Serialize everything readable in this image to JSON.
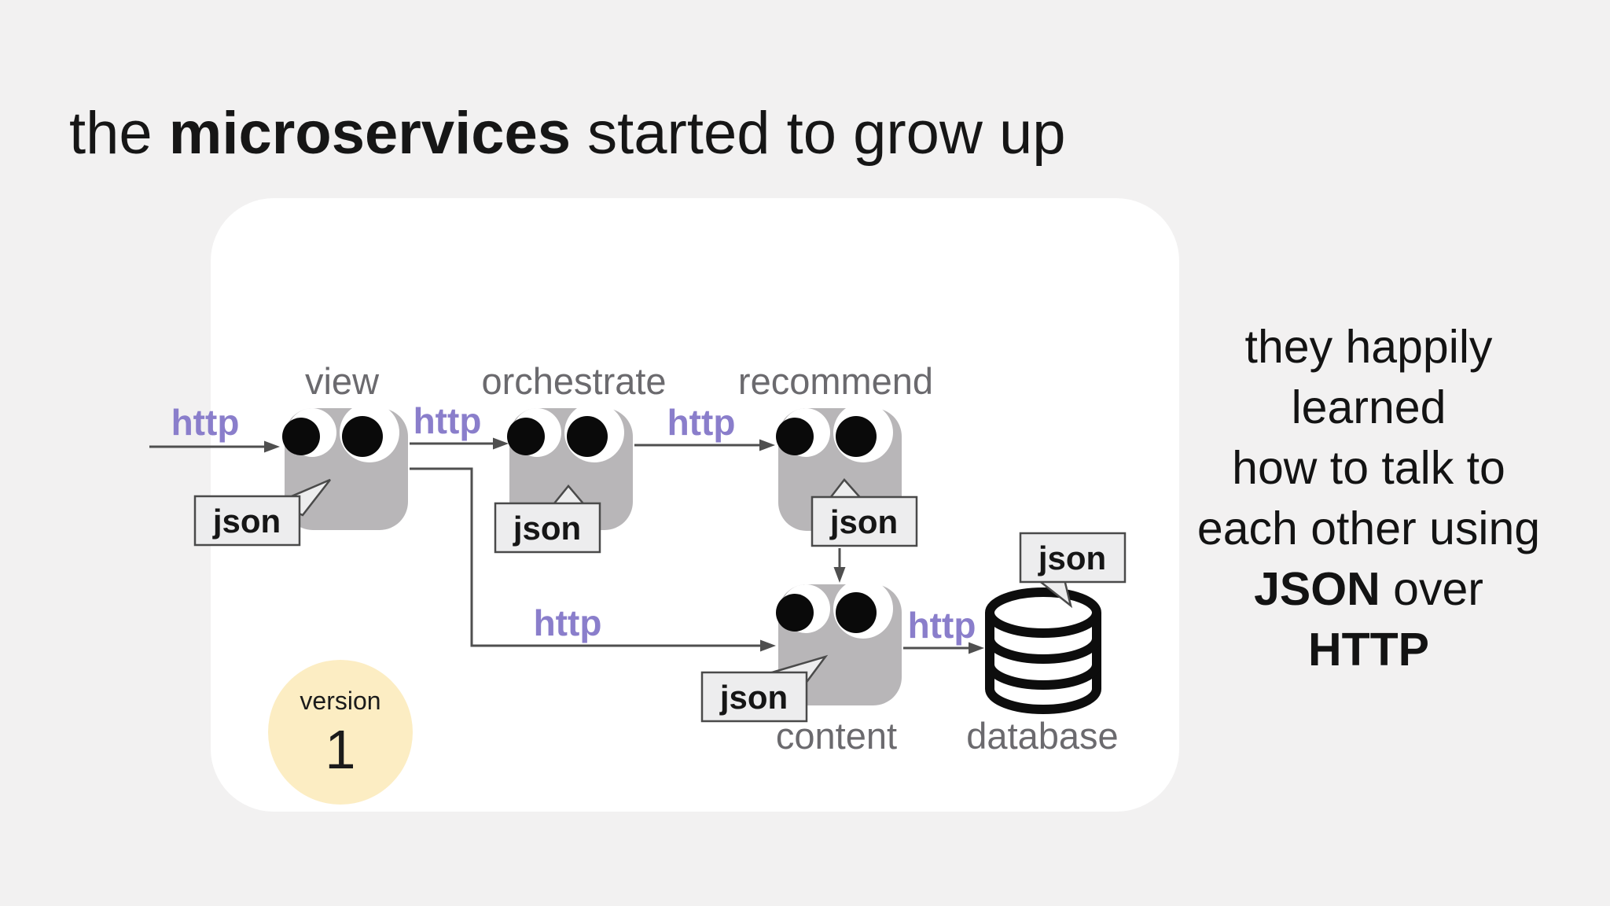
{
  "slide": {
    "title": {
      "prefix": "the ",
      "emphasis": "microservices",
      "suffix": " started to grow up"
    },
    "side_text": {
      "lines": [
        {
          "segments": [
            {
              "text": "they happily",
              "bold": false
            }
          ]
        },
        {
          "segments": [
            {
              "text": "learned",
              "bold": false
            }
          ]
        },
        {
          "segments": [
            {
              "text": "how to talk to",
              "bold": false
            }
          ]
        },
        {
          "segments": [
            {
              "text": "each other using",
              "bold": false
            }
          ]
        },
        {
          "segments": [
            {
              "text": "JSON",
              "bold": true
            },
            {
              "text": " over",
              "bold": false
            }
          ]
        },
        {
          "segments": [
            {
              "text": "HTTP",
              "bold": true
            }
          ]
        }
      ]
    },
    "diagram": {
      "services": [
        {
          "label": "view"
        },
        {
          "label": "orchestrate"
        },
        {
          "label": "recommend"
        },
        {
          "label": "content"
        }
      ],
      "database": {
        "label": "database"
      },
      "http_labels": [
        "http",
        "http",
        "http",
        "http",
        "http"
      ],
      "json_labels": [
        "json",
        "json",
        "json",
        "json",
        "json"
      ],
      "version": {
        "caption": "version",
        "number": "1"
      },
      "colors": {
        "background": "#f2f1f1",
        "container": "#ffffff",
        "service_box": "#b8b6b8",
        "label_gray": "#6b6a6e",
        "http_purple": "#8a7ecb",
        "bubble_fill": "#ededee",
        "line": "#4f4f4f",
        "version_fill": "#fcedc3",
        "pupil": "#0a0a0a",
        "database_stroke": "#0d0d0d"
      }
    }
  }
}
